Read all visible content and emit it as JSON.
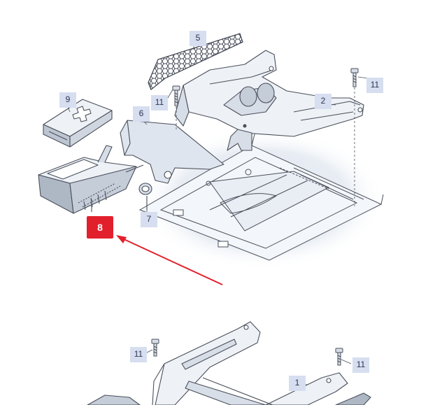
{
  "callouts": {
    "c1": "1",
    "c2": "2",
    "c5": "5",
    "c6": "6",
    "c7": "7",
    "c8": "8",
    "c9": "9",
    "c11a": "11",
    "c11b": "11",
    "c11c": "11",
    "c11d": "11"
  },
  "colors": {
    "callout_bg": "#d6def0",
    "active_bg": "#e2202c",
    "arrow": "#e2202c",
    "line": "#4a4f5a",
    "fill_light": "#eef2f7",
    "fill_mid": "#d7dee8",
    "fill_dark": "#aeb7c4"
  }
}
